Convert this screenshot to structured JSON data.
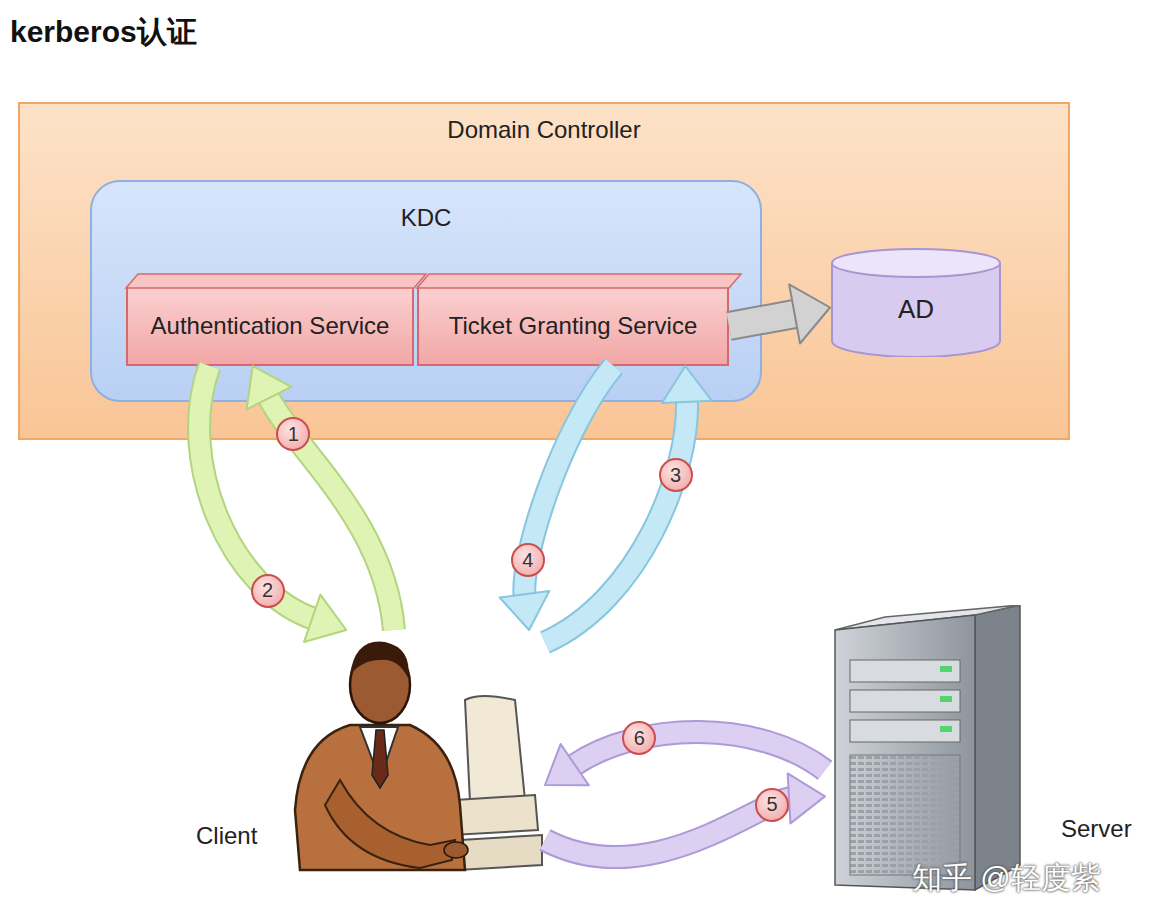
{
  "diagram": {
    "title": "kerberos认证",
    "nodes": [
      {
        "text": [
          "Domain Controller"
        ]
      },
      {
        "text": [
          "KDC"
        ],
        "in": 0
      },
      {
        "text": [
          "Authentication Service"
        ],
        "in": 1
      },
      {
        "text": [
          "Ticket Granting Service"
        ],
        "in": 1
      },
      {
        "text": [
          "AD"
        ],
        "in": 0
      },
      {
        "text": [
          "Client"
        ]
      },
      {
        "text": [
          "Server"
        ]
      }
    ],
    "edges": [
      {
        "from": 3,
        "to": 4,
        "arrow": "to"
      },
      {
        "from": 5,
        "to": 2,
        "label": "1",
        "arrow": "to"
      },
      {
        "from": 2,
        "to": 5,
        "label": "2",
        "arrow": "to"
      },
      {
        "from": 5,
        "to": 3,
        "label": "3",
        "arrow": "to"
      },
      {
        "from": 3,
        "to": 5,
        "label": "4",
        "arrow": "to"
      },
      {
        "from": 5,
        "to": 6,
        "label": "5",
        "arrow": "to"
      },
      {
        "from": 6,
        "to": 5,
        "label": "6",
        "arrow": "to"
      }
    ],
    "labels": [
      "知乎 @轻度紫"
    ]
  }
}
